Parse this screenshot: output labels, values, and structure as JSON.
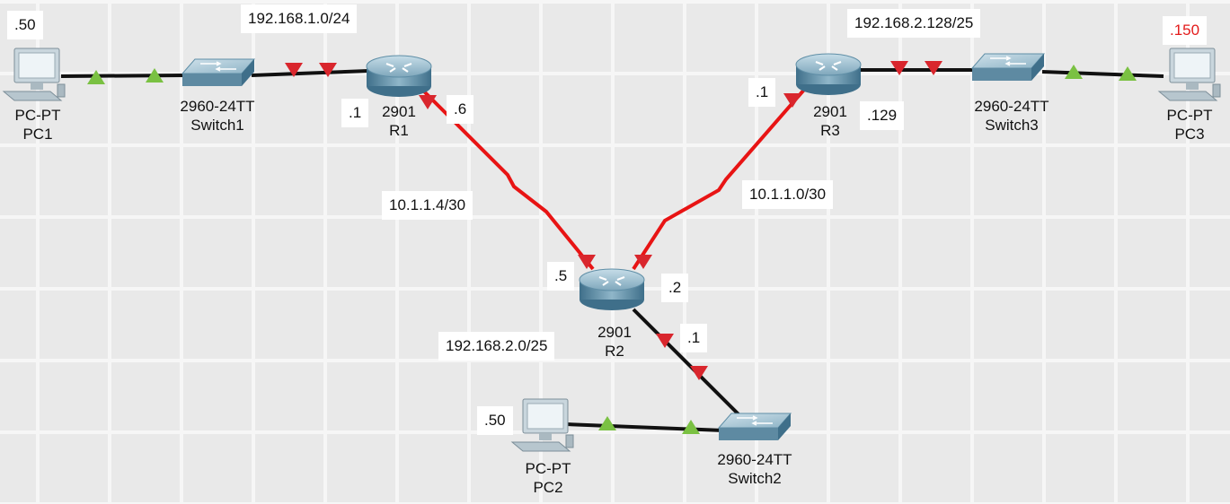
{
  "devices": {
    "pc1": {
      "model": "PC-PT",
      "name": "PC1",
      "ip_suffix": ".50"
    },
    "pc2": {
      "model": "PC-PT",
      "name": "PC2",
      "ip_suffix": ".50"
    },
    "pc3": {
      "model": "PC-PT",
      "name": "PC3",
      "ip_suffix": ".150"
    },
    "switch1": {
      "model": "2960-24TT",
      "name": "Switch1"
    },
    "switch2": {
      "model": "2960-24TT",
      "name": "Switch2"
    },
    "switch3": {
      "model": "2960-24TT",
      "name": "Switch3"
    },
    "r1": {
      "model": "2901",
      "name": "R1"
    },
    "r2": {
      "model": "2901",
      "name": "R2"
    },
    "r3": {
      "model": "2901",
      "name": "R3"
    }
  },
  "networks": {
    "lan1": "192.168.1.0/24",
    "lan2": "192.168.2.0/25",
    "lan3": "192.168.2.128/25",
    "wan_r1_r2": "10.1.1.4/30",
    "wan_r2_r3": "10.1.1.0/30"
  },
  "interface_labels": {
    "r1_lan": ".1",
    "r1_wan": ".6",
    "r2_wan_r1": ".5",
    "r2_wan_r3": ".2",
    "r2_lan": ".1",
    "r3_wan": ".1",
    "r3_lan": ".129"
  },
  "colors": {
    "link_up": "#7ac142",
    "link_down": "#d9262d",
    "serial_link": "#e81414",
    "ethernet_link": "#111111",
    "highlight_text": "#e31b1b"
  }
}
